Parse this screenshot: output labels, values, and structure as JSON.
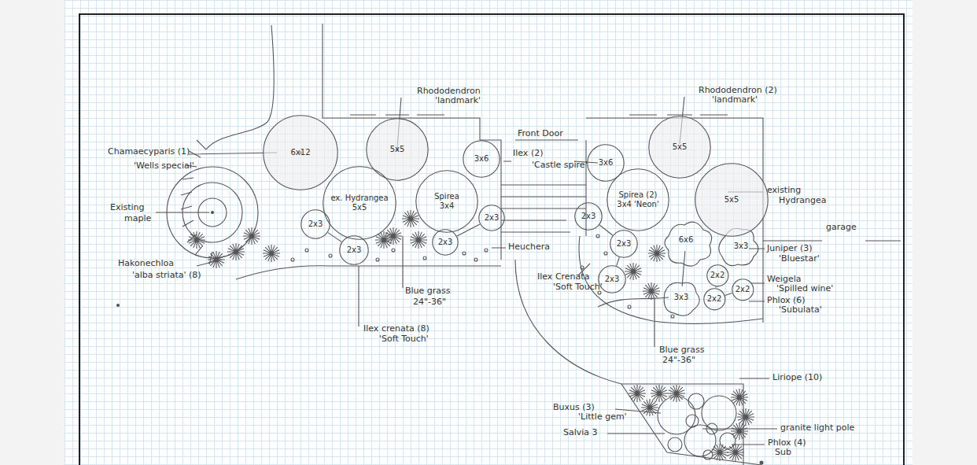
{
  "diagram": {
    "nodes": [
      {
        "text": [
          "6x12"
        ]
      },
      {
        "text": [
          "5x5"
        ]
      },
      {
        "text": [
          "3x6"
        ]
      },
      {
        "text": [
          "3x6"
        ]
      },
      {
        "text": [
          "5x5"
        ]
      },
      {
        "text": [
          "ex. Hydrangea",
          "5x5"
        ]
      },
      {
        "text": [
          "Spirea",
          "3x4"
        ]
      },
      {
        "text": [
          "Spirea (2)",
          "3x4 'Neon'"
        ]
      },
      {
        "text": [
          "5x5"
        ]
      },
      {
        "text": [
          "2x3"
        ]
      },
      {
        "text": [
          "2x3"
        ]
      },
      {
        "text": [
          "2x3"
        ]
      },
      {
        "text": [
          "2x3"
        ]
      },
      {
        "text": [
          "2x3"
        ]
      },
      {
        "text": [
          "2x3"
        ]
      },
      {
        "text": [
          "2x3"
        ]
      },
      {
        "text": [
          "6x6"
        ]
      },
      {
        "text": [
          "3x3"
        ]
      },
      {
        "text": [
          "2x2"
        ]
      },
      {
        "text": [
          "2x2"
        ]
      },
      {
        "text": [
          "2x2"
        ]
      },
      {
        "text": [
          "3x3"
        ]
      }
    ],
    "edges": [
      {
        "from": 9,
        "to": 10,
        "arrow": "none"
      },
      {
        "from": 11,
        "to": 12,
        "arrow": "none"
      },
      {
        "from": 13,
        "to": 14,
        "arrow": "none"
      },
      {
        "from": 14,
        "to": 15,
        "arrow": "none"
      },
      {
        "from": 16,
        "to": 21,
        "arrow": "none"
      },
      {
        "from": 18,
        "to": 19,
        "arrow": "none"
      },
      {
        "from": 19,
        "to": 20,
        "arrow": "none"
      }
    ],
    "labels": [
      "Chamaecyparis (1)",
      "'Wells special'",
      "Existing",
      "maple",
      "Hakonechloa",
      "'alba striata' (8)",
      "Rhododendron",
      "'landmark'",
      "Rhododendron (2)",
      "'landmark'",
      "Front Door",
      "Ilex (2)",
      "'Castle spire'",
      "Heuchera",
      "Blue grass",
      "24\"-36\"",
      "Ilex crenata (8)",
      "'Soft Touch'",
      "Ilex Crenata",
      "'Soft Touch'",
      "existing",
      "Hydrangea",
      "garage",
      "Juniper (3)",
      "'Bluestar'",
      "Weigela",
      "'Spilled wine'",
      "Phlox (6)",
      "'Subulata'",
      "Blue grass",
      "24\"-36\"",
      "Liriope (10)",
      "Buxus (3)",
      "'Little gem'",
      "Salvia 3",
      "granite light pole",
      "Phlox (4)",
      "Sub"
    ]
  }
}
